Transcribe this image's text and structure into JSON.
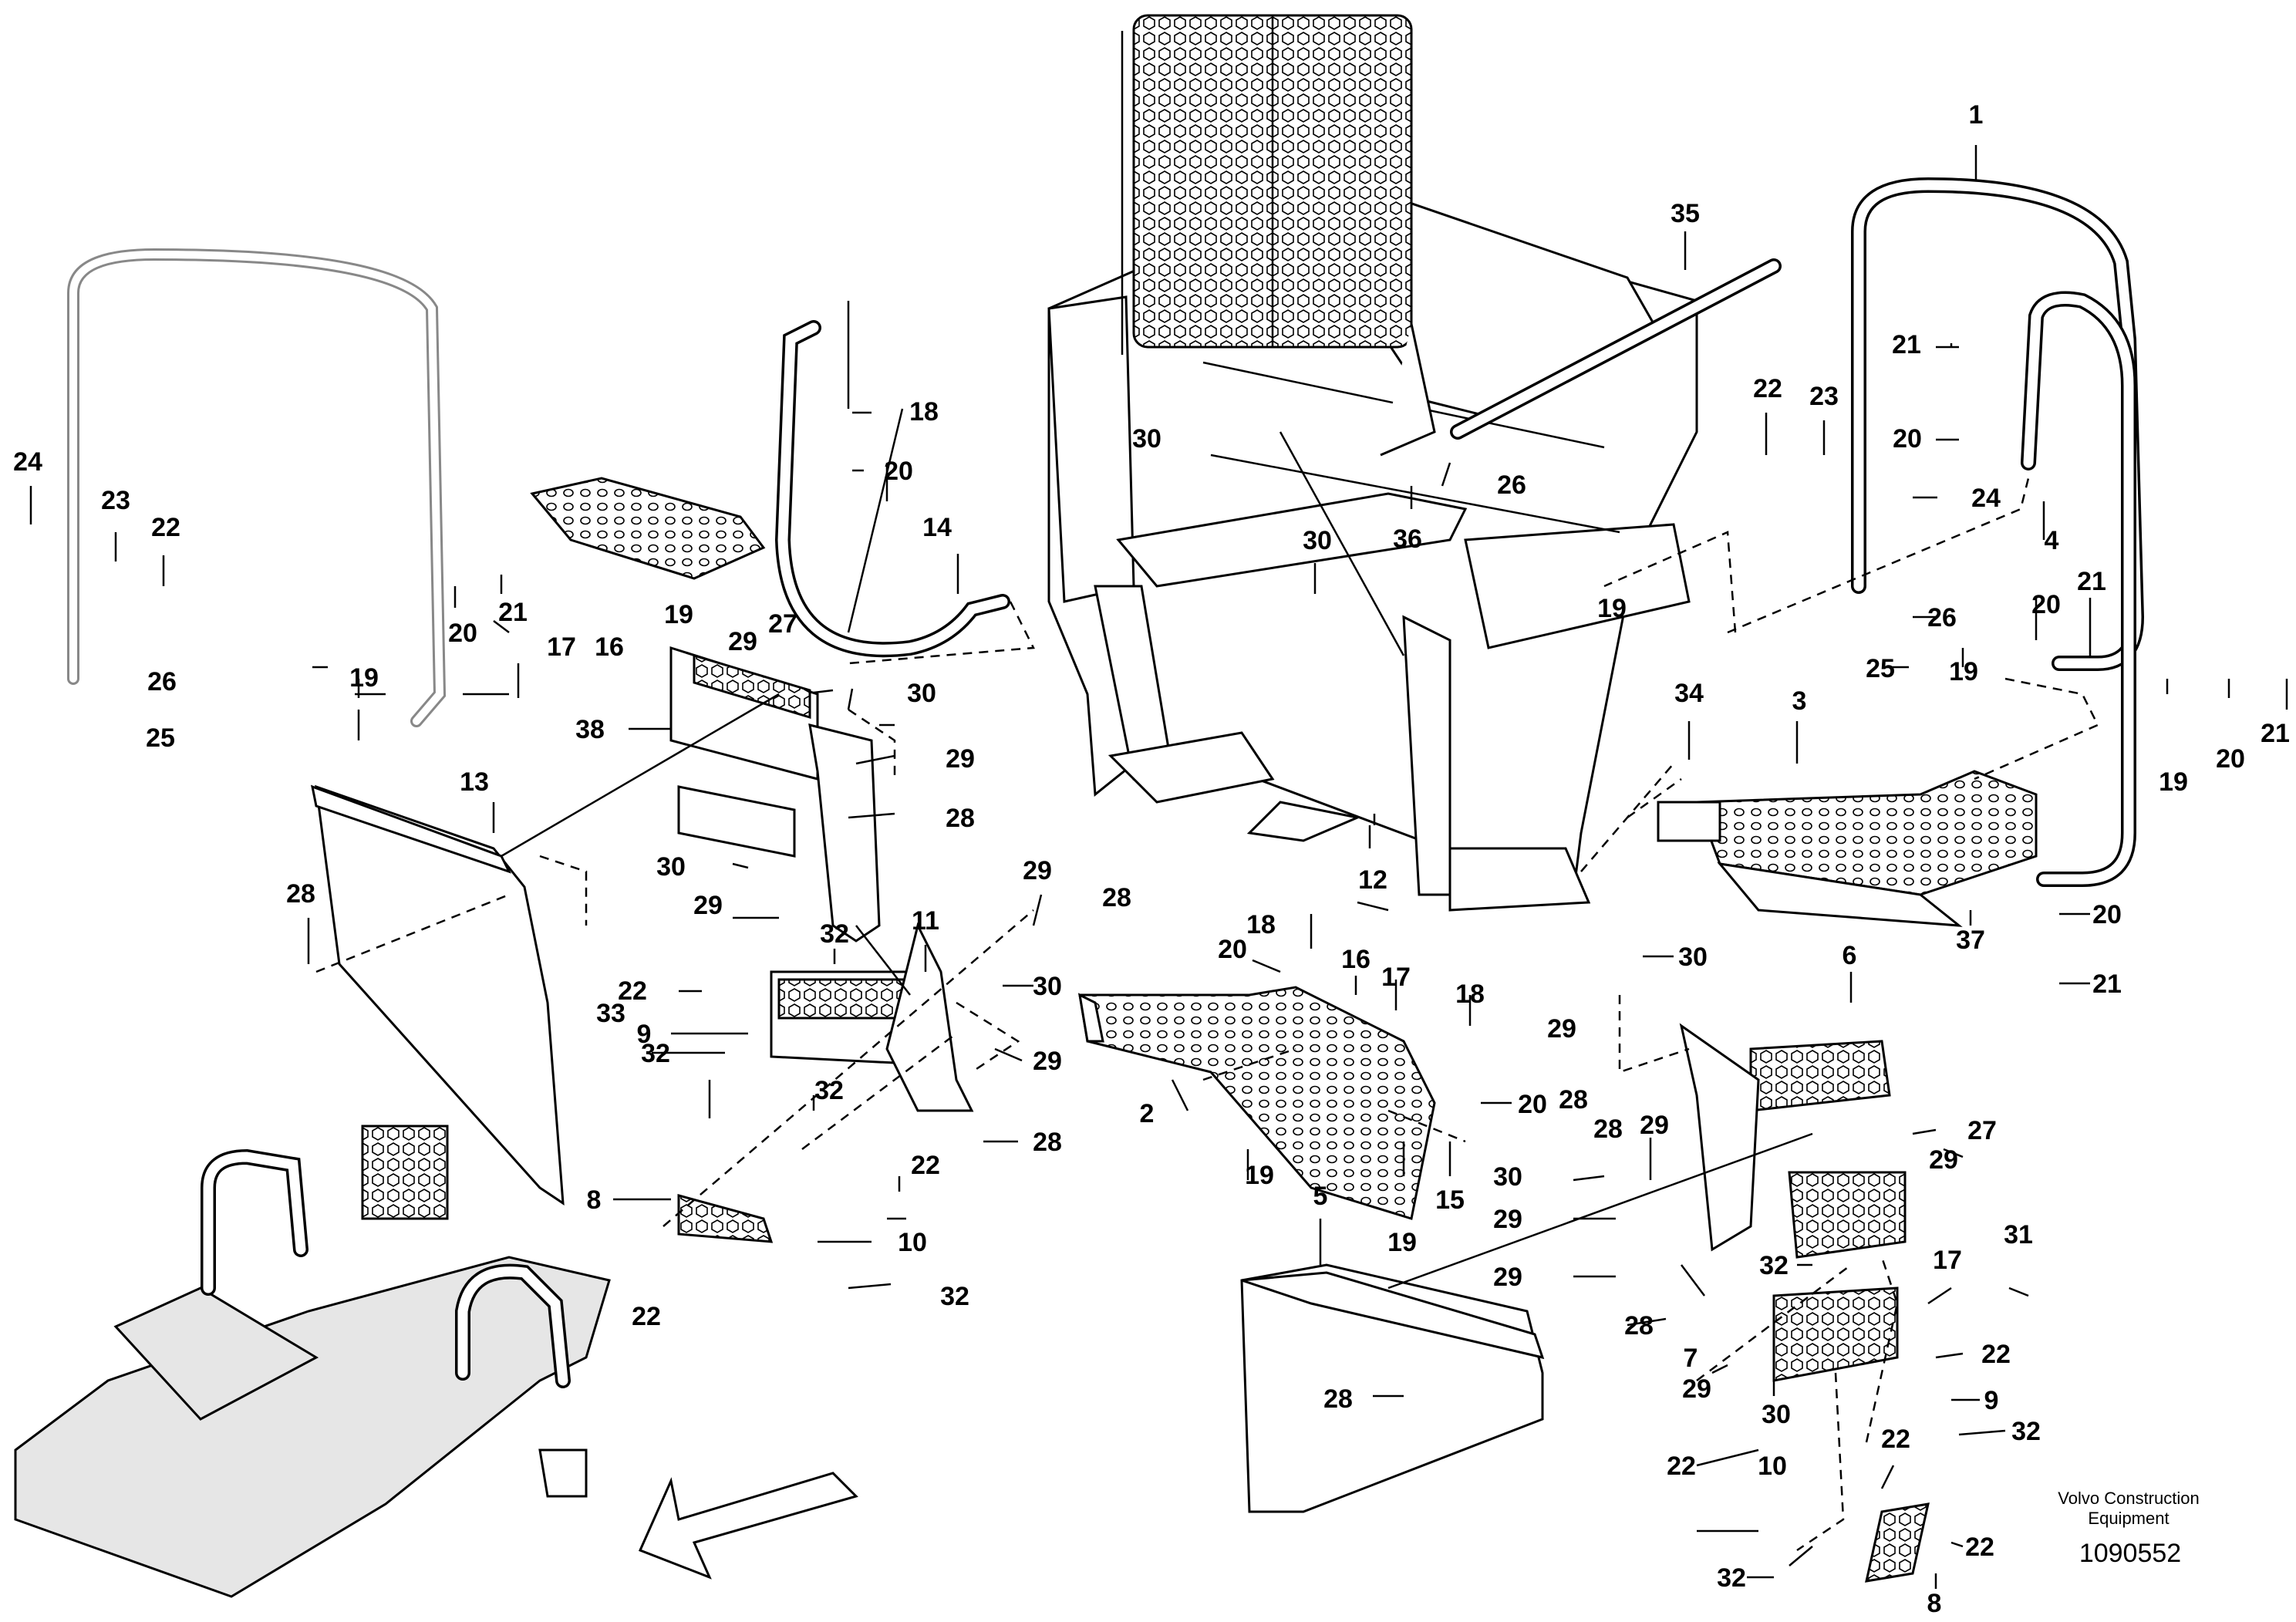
{
  "callouts": [
    {
      "id": "c1",
      "n": "1"
    },
    {
      "id": "c35",
      "n": "35"
    },
    {
      "id": "c18a",
      "n": "18"
    },
    {
      "id": "c20a",
      "n": "20"
    },
    {
      "id": "c30a",
      "n": "30"
    },
    {
      "id": "c14",
      "n": "14"
    },
    {
      "id": "c24a",
      "n": "24"
    },
    {
      "id": "c23a",
      "n": "23"
    },
    {
      "id": "c22a",
      "n": "22"
    },
    {
      "id": "c17a",
      "n": "17"
    },
    {
      "id": "c16a",
      "n": "16"
    },
    {
      "id": "c19a",
      "n": "19"
    },
    {
      "id": "c29a",
      "n": "29"
    },
    {
      "id": "c27a",
      "n": "27"
    },
    {
      "id": "c30b",
      "n": "30"
    },
    {
      "id": "c19b",
      "n": "19"
    },
    {
      "id": "c20b",
      "n": "20"
    },
    {
      "id": "c21a",
      "n": "21"
    },
    {
      "id": "c26a",
      "n": "26"
    },
    {
      "id": "c25a",
      "n": "25"
    },
    {
      "id": "c38",
      "n": "38"
    },
    {
      "id": "c29b",
      "n": "29"
    },
    {
      "id": "c28a",
      "n": "28"
    },
    {
      "id": "c13",
      "n": "13"
    },
    {
      "id": "c28b",
      "n": "28"
    },
    {
      "id": "c30c",
      "n": "30"
    },
    {
      "id": "c29c",
      "n": "29"
    },
    {
      "id": "c11",
      "n": "11"
    },
    {
      "id": "c29d",
      "n": "29"
    },
    {
      "id": "c28c",
      "n": "28"
    },
    {
      "id": "c32a",
      "n": "32"
    },
    {
      "id": "c22b",
      "n": "22"
    },
    {
      "id": "c30d",
      "n": "30"
    },
    {
      "id": "c9a",
      "n": "9"
    },
    {
      "id": "c33",
      "n": "33"
    },
    {
      "id": "c32b",
      "n": "32"
    },
    {
      "id": "c29e",
      "n": "29"
    },
    {
      "id": "c32c",
      "n": "32"
    },
    {
      "id": "c28d",
      "n": "28"
    },
    {
      "id": "c8a",
      "n": "8"
    },
    {
      "id": "c22c",
      "n": "22"
    },
    {
      "id": "c10a",
      "n": "10"
    },
    {
      "id": "c22d",
      "n": "22"
    },
    {
      "id": "c32d",
      "n": "32"
    },
    {
      "id": "c36",
      "n": "36"
    },
    {
      "id": "c26b",
      "n": "26"
    },
    {
      "id": "c30e",
      "n": "30"
    },
    {
      "id": "c19c",
      "n": "19"
    },
    {
      "id": "c12",
      "n": "12"
    },
    {
      "id": "c22e",
      "n": "22"
    },
    {
      "id": "c23b",
      "n": "23"
    },
    {
      "id": "c21b",
      "n": "21"
    },
    {
      "id": "c20c",
      "n": "20"
    },
    {
      "id": "c24b",
      "n": "24"
    },
    {
      "id": "c4",
      "n": "4"
    },
    {
      "id": "c26c",
      "n": "26"
    },
    {
      "id": "c25b",
      "n": "25"
    },
    {
      "id": "c20d",
      "n": "20"
    },
    {
      "id": "c21c",
      "n": "21"
    },
    {
      "id": "c19d",
      "n": "19"
    },
    {
      "id": "c34",
      "n": "34"
    },
    {
      "id": "c3",
      "n": "3"
    },
    {
      "id": "c19e",
      "n": "19"
    },
    {
      "id": "c20e",
      "n": "20"
    },
    {
      "id": "c21d",
      "n": "21"
    },
    {
      "id": "c37",
      "n": "37"
    },
    {
      "id": "c20f",
      "n": "20"
    },
    {
      "id": "c21e",
      "n": "21"
    },
    {
      "id": "c18b",
      "n": "18"
    },
    {
      "id": "c20g",
      "n": "20"
    },
    {
      "id": "c16b",
      "n": "16"
    },
    {
      "id": "c17b",
      "n": "17"
    },
    {
      "id": "c18c",
      "n": "18"
    },
    {
      "id": "c20h",
      "n": "20"
    },
    {
      "id": "c2",
      "n": "2"
    },
    {
      "id": "c19f",
      "n": "19"
    },
    {
      "id": "c19g",
      "n": "19"
    },
    {
      "id": "c15",
      "n": "15"
    },
    {
      "id": "c5",
      "n": "5"
    },
    {
      "id": "c28e",
      "n": "28"
    },
    {
      "id": "c30f",
      "n": "30"
    },
    {
      "id": "c29f",
      "n": "29"
    },
    {
      "id": "c6",
      "n": "6"
    },
    {
      "id": "c28f",
      "n": "28"
    },
    {
      "id": "c27b",
      "n": "27"
    },
    {
      "id": "c29g",
      "n": "29"
    },
    {
      "id": "c30g",
      "n": "30"
    },
    {
      "id": "c28g",
      "n": "28"
    },
    {
      "id": "c29h",
      "n": "29"
    },
    {
      "id": "c29i",
      "n": "29"
    },
    {
      "id": "c29j",
      "n": "29"
    },
    {
      "id": "c32e",
      "n": "32"
    },
    {
      "id": "c28h",
      "n": "28"
    },
    {
      "id": "c7",
      "n": "7"
    },
    {
      "id": "c31",
      "n": "31"
    },
    {
      "id": "c17c",
      "n": "17"
    },
    {
      "id": "c22f",
      "n": "22"
    },
    {
      "id": "c9b",
      "n": "9"
    },
    {
      "id": "c29k",
      "n": "29"
    },
    {
      "id": "c30h",
      "n": "30"
    },
    {
      "id": "c32f",
      "n": "32"
    },
    {
      "id": "c22g",
      "n": "22"
    },
    {
      "id": "c10b",
      "n": "10"
    },
    {
      "id": "c22h",
      "n": "22"
    },
    {
      "id": "c32g",
      "n": "32"
    },
    {
      "id": "c22i",
      "n": "22"
    },
    {
      "id": "c8b",
      "n": "8"
    }
  ],
  "footer": {
    "manufacturer_line1": "Volvo Construction",
    "manufacturer_line2": "Equipment",
    "document_number": "1090552"
  }
}
